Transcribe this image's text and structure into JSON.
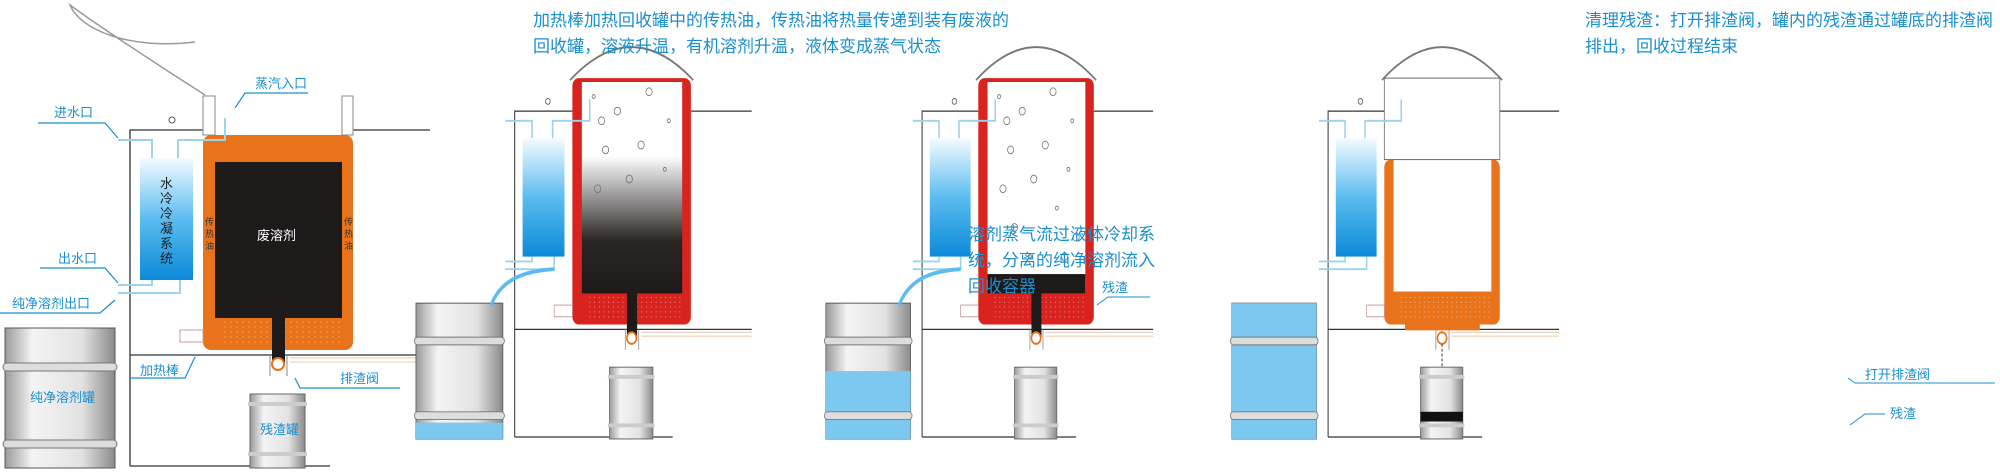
{
  "panel1": {
    "labels": {
      "steam_inlet": "蒸汽入口",
      "water_inlet": "进水口",
      "water_outlet": "出水口",
      "pure_outlet": "纯净溶剂出口",
      "condenser": "水冷冷凝系统",
      "oil_left": "传热油",
      "oil_right": "传热油",
      "waste": "废溶剂",
      "heater": "加热棒",
      "drain_valve": "排渣阀",
      "pure_drum": "纯净溶剂罐",
      "residue_drum": "残渣罐"
    }
  },
  "panel2": {
    "description": "加热棒加热回收罐中的传热油，传热油将热量传递到装有废液的回收罐，溶液升温，有机溶剂升温，液体变成蒸气状态"
  },
  "panel3": {
    "description": "溶剂蒸气流过液体冷却系统，分离的纯净溶剂流入回收容器",
    "residue_label": "残渣"
  },
  "panel4": {
    "description": "清理残渣：打开排渣阀，罐内的残渣通过罐底的排渣阀排出，回收过程结束",
    "valve_label": "打开排渣阀",
    "residue_label": "残渣"
  },
  "colors": {
    "accent": "#1a8fcf",
    "oil_cool": "#e8731a",
    "oil_hot": "#d8231e",
    "solvent": "#1e1a1a",
    "water": "#7cc8ee"
  }
}
